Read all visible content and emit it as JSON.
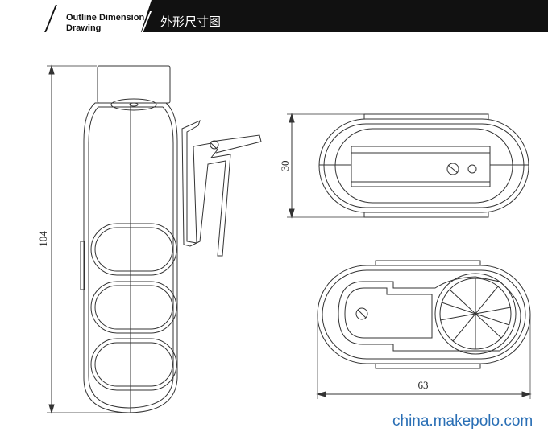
{
  "header": {
    "title_en_line1": "Outline Dimension",
    "title_en_line2": "Drawing",
    "title_cn": "外形尺寸图"
  },
  "dimensions": {
    "height": "104",
    "thickness": "30",
    "width": "63"
  },
  "watermark": "china.makepolo.com",
  "colors": {
    "header_bg": "#111111",
    "line": "#333333",
    "watermark": "#2a6fb5"
  }
}
